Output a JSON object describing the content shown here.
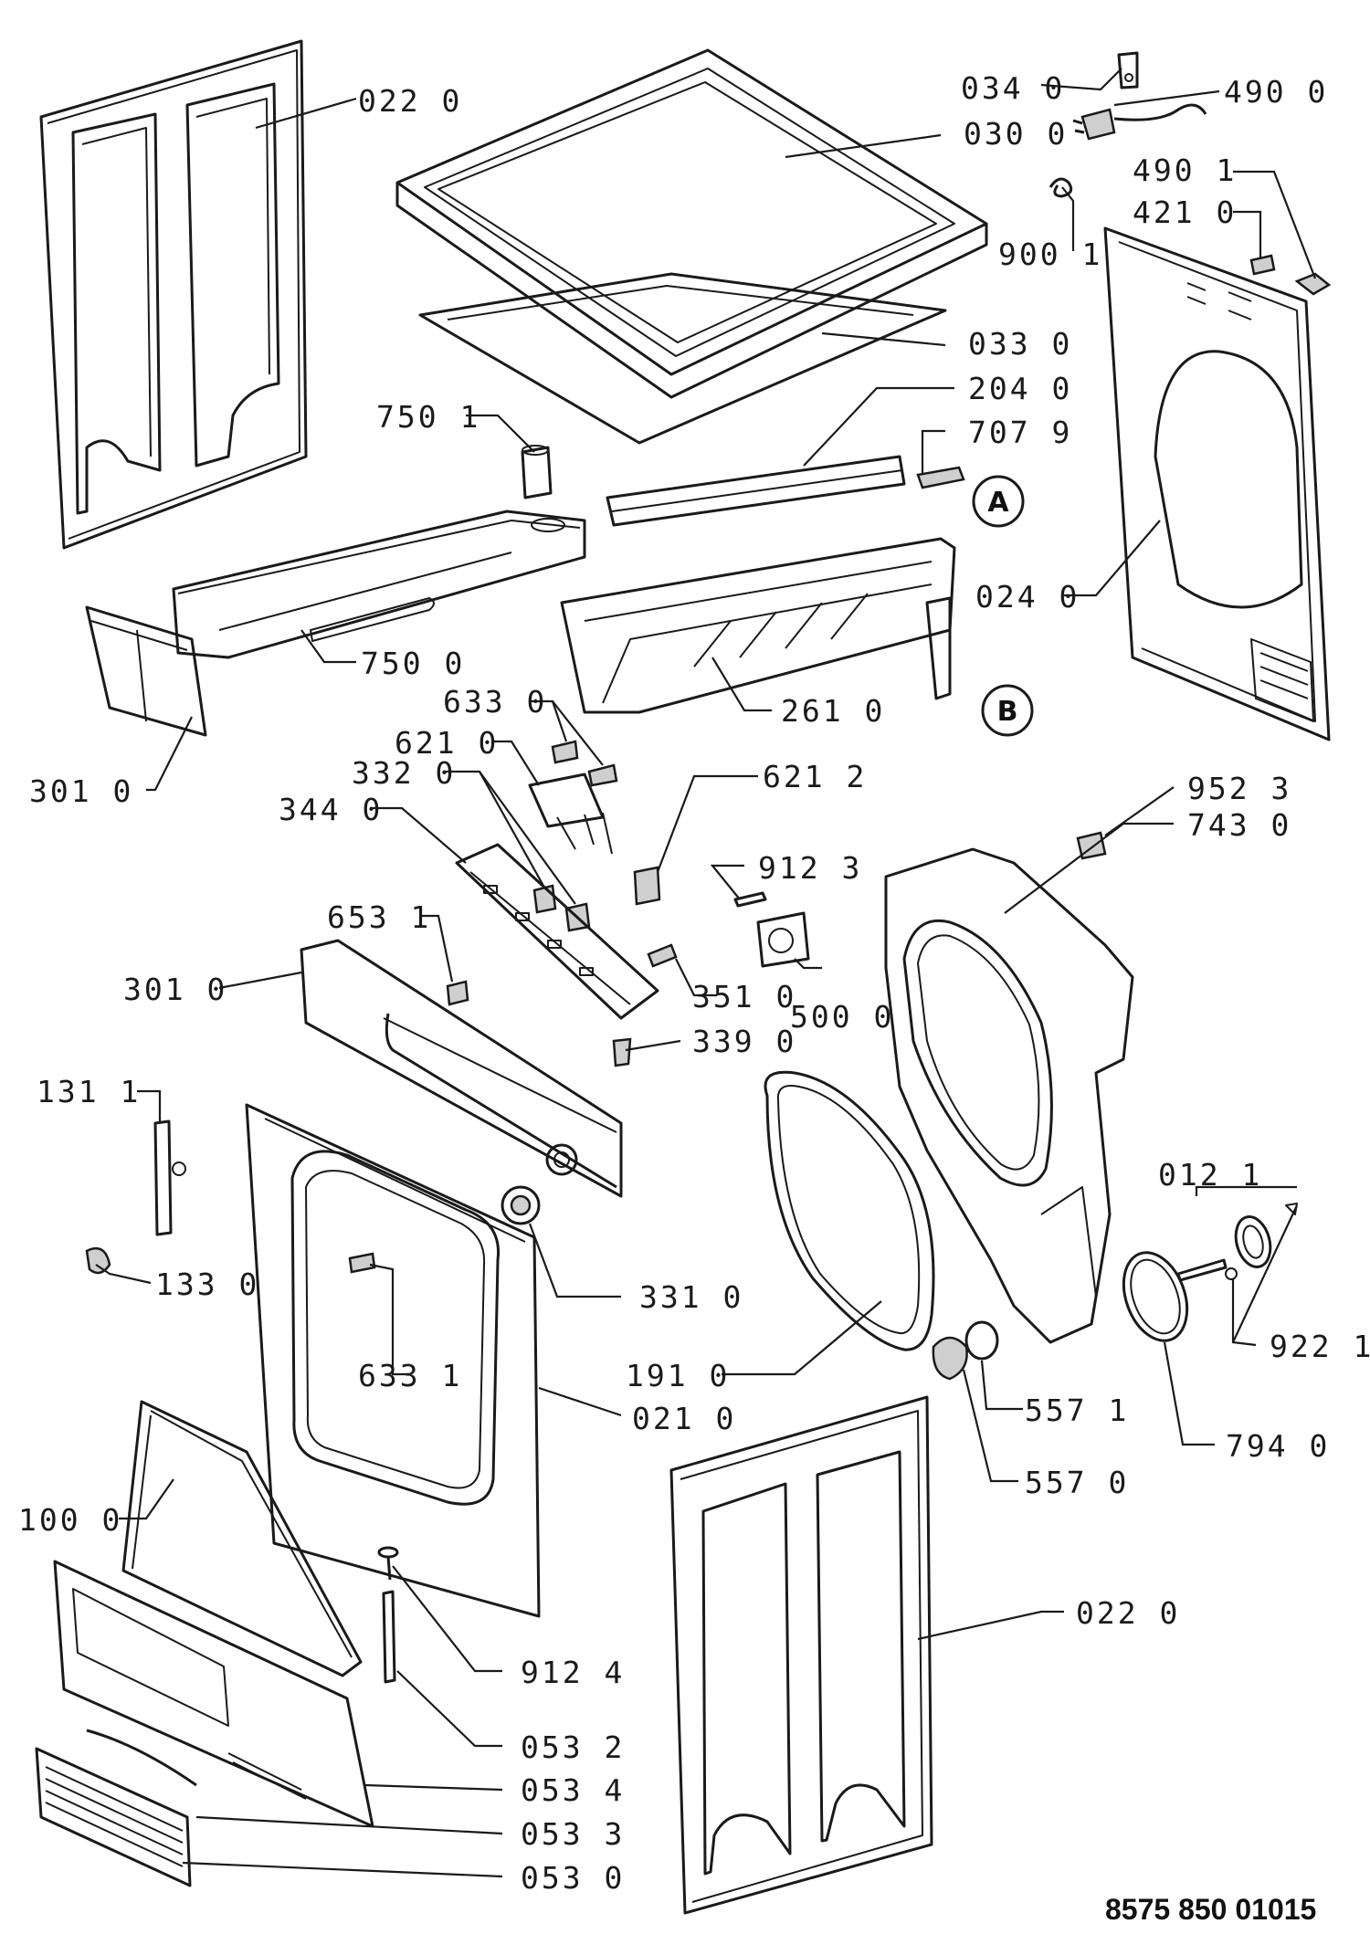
{
  "document_number": "8575 850 01015",
  "callouts": [
    {
      "id": "A",
      "label": "A"
    },
    {
      "id": "B",
      "label": "B"
    }
  ],
  "parts": [
    {
      "key": "p022a",
      "label": "022 0"
    },
    {
      "key": "p030",
      "label": "030 0"
    },
    {
      "key": "p034",
      "label": "034 0"
    },
    {
      "key": "p490a",
      "label": "490 0"
    },
    {
      "key": "p490b",
      "label": "490 1"
    },
    {
      "key": "p421",
      "label": "421 0"
    },
    {
      "key": "p900",
      "label": "900 1"
    },
    {
      "key": "p033",
      "label": "033 0"
    },
    {
      "key": "p204",
      "label": "204 0"
    },
    {
      "key": "p750a",
      "label": "750 1"
    },
    {
      "key": "p707",
      "label": "707 9"
    },
    {
      "key": "p024",
      "label": "024 0"
    },
    {
      "key": "p750b",
      "label": "750 0"
    },
    {
      "key": "p261",
      "label": "261 0"
    },
    {
      "key": "p633a",
      "label": "633 0"
    },
    {
      "key": "p301a",
      "label": "301 0"
    },
    {
      "key": "p621a",
      "label": "621 0"
    },
    {
      "key": "p332",
      "label": "332 0"
    },
    {
      "key": "p621b",
      "label": "621 2"
    },
    {
      "key": "p952",
      "label": "952 3"
    },
    {
      "key": "p344",
      "label": "344 0"
    },
    {
      "key": "p743",
      "label": "743 0"
    },
    {
      "key": "p912a",
      "label": "912 3"
    },
    {
      "key": "p653",
      "label": "653 1"
    },
    {
      "key": "p301b",
      "label": "301 0"
    },
    {
      "key": "p351",
      "label": "351 0"
    },
    {
      "key": "p500",
      "label": "500 0"
    },
    {
      "key": "p339",
      "label": "339 0"
    },
    {
      "key": "p131",
      "label": "131 1"
    },
    {
      "key": "p012",
      "label": "012 1"
    },
    {
      "key": "p133",
      "label": "133 0"
    },
    {
      "key": "p331",
      "label": "331 0"
    },
    {
      "key": "p922",
      "label": "922 1"
    },
    {
      "key": "p633b",
      "label": "633 1"
    },
    {
      "key": "p191",
      "label": "191 0"
    },
    {
      "key": "p021",
      "label": "021 0"
    },
    {
      "key": "p557b",
      "label": "557 1"
    },
    {
      "key": "p794",
      "label": "794 0"
    },
    {
      "key": "p557a",
      "label": "557 0"
    },
    {
      "key": "p100",
      "label": "100 0"
    },
    {
      "key": "p022b",
      "label": "022 0"
    },
    {
      "key": "p912b",
      "label": "912 4"
    },
    {
      "key": "p0532",
      "label": "053 2"
    },
    {
      "key": "p0534",
      "label": "053 4"
    },
    {
      "key": "p0533",
      "label": "053 3"
    },
    {
      "key": "p0530",
      "label": "053 0"
    }
  ]
}
